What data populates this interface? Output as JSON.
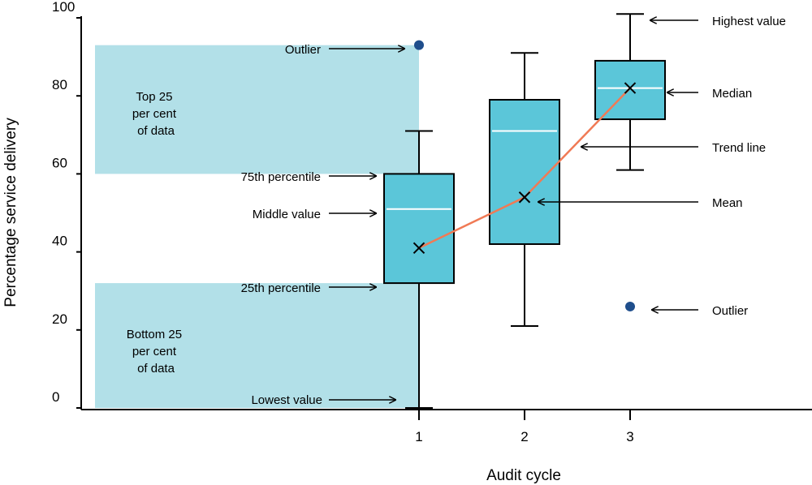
{
  "chart_data": {
    "type": "box",
    "xlabel": "Audit cycle",
    "ylabel": "Percentage service delivery",
    "ylim": [
      0,
      100
    ],
    "yticks": [
      0,
      20,
      40,
      60,
      80,
      100
    ],
    "categories": [
      "1",
      "2",
      "3"
    ],
    "boxes": [
      {
        "category": "1",
        "min": 0,
        "q1": 32,
        "median": 51,
        "q3": 60,
        "max": 71,
        "mean": 41,
        "outliers": [
          93
        ]
      },
      {
        "category": "2",
        "min": 21,
        "q1": 42,
        "median": 71,
        "q3": 79,
        "max": 91,
        "mean": 54,
        "outliers": []
      },
      {
        "category": "3",
        "min": 61,
        "q1": 74,
        "median": 82,
        "q3": 89,
        "max": 101,
        "mean": 82,
        "outliers": [
          26
        ]
      }
    ],
    "bands": [
      {
        "from": 60,
        "to": 93,
        "label_lines": [
          "Top 25",
          "per cent",
          "of data"
        ]
      },
      {
        "from": 0,
        "to": 32,
        "label_lines": [
          "Bottom 25",
          "per cent",
          "of data"
        ]
      }
    ],
    "annotations": {
      "outlier_top": "Outlier",
      "p75": "75th percentile",
      "middle": "Middle value",
      "p25": "25th percentile",
      "lowest": "Lowest value",
      "highest": "Highest value",
      "median": "Median",
      "trend": "Trend line",
      "mean": "Mean",
      "outlier_right": "Outlier"
    }
  },
  "colors": {
    "box_fill": "#5bc6d9",
    "band_fill": "#b2e0e8",
    "trend_line": "#f07a55",
    "outlier_dot": "#1f4e8c",
    "median_line": "#ffffff"
  }
}
